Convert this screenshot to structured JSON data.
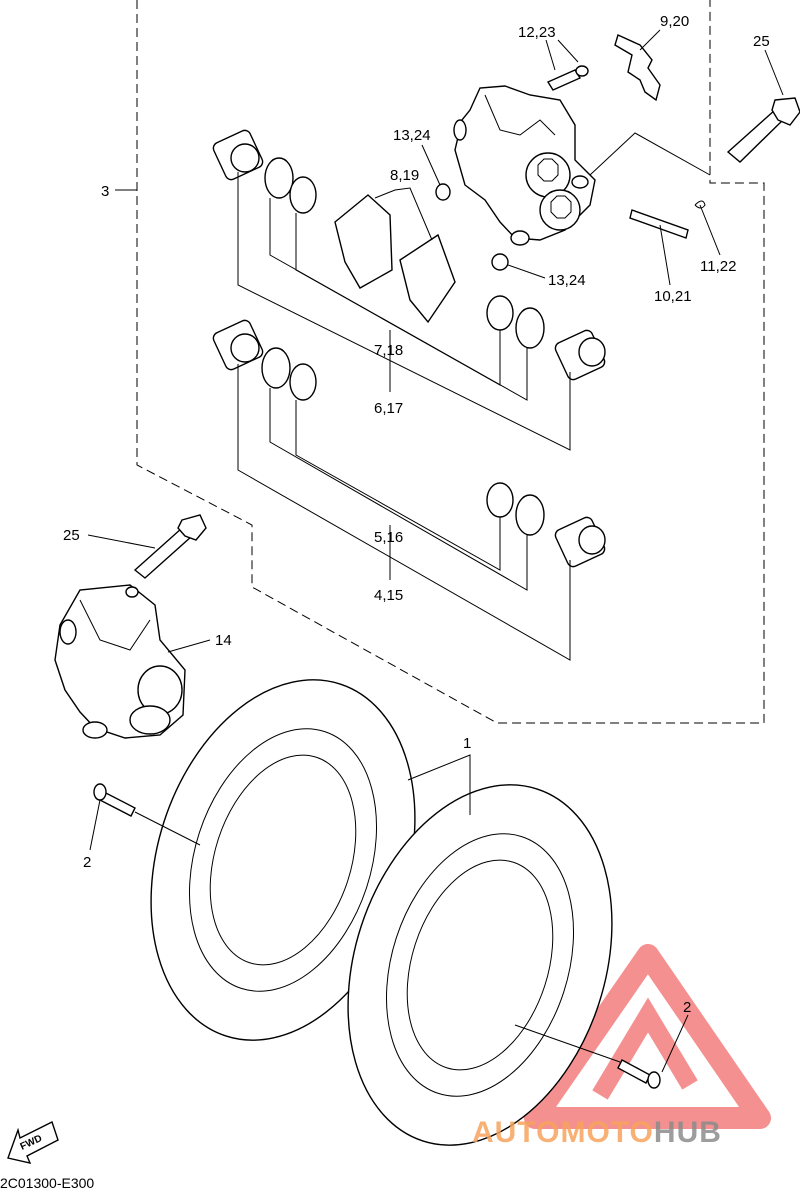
{
  "diagram_code": "2C01300-E300",
  "fwd_label": "FWD",
  "watermark": {
    "text_a": "AUTOMOTO",
    "text_b": "HUB",
    "color_a": "#f7a35c",
    "color_b": "#8c8c8c",
    "logo_color": "#f26b6b"
  },
  "callouts": {
    "c_12_23": "12,23",
    "c_9_20": "9,20",
    "c_25_top": "25",
    "c_13_24_a": "13,24",
    "c_8_19": "8,19",
    "c_3": "3",
    "c_13_24_b": "13,24",
    "c_11_22": "11,22",
    "c_10_21": "10,21",
    "c_7_18": "7,18",
    "c_6_17": "6,17",
    "c_5_16": "5,16",
    "c_4_15": "4,15",
    "c_25_left": "25",
    "c_14": "14",
    "c_1": "1",
    "c_2_left": "2",
    "c_2_right": "2"
  }
}
